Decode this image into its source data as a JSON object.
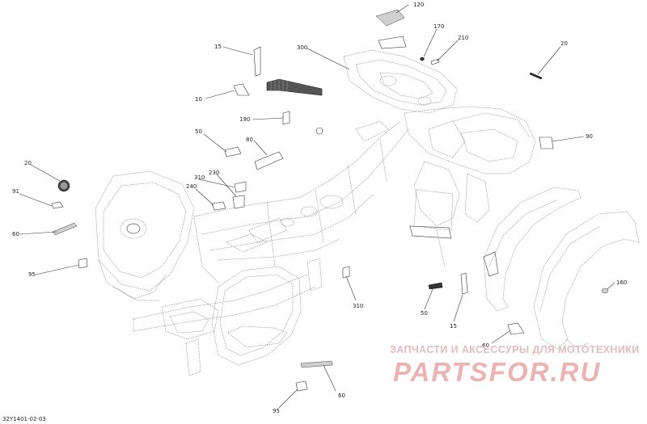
{
  "diagram": {
    "footer_code": "32Y1401-02-03",
    "watermark": {
      "tagline": "ЗАПЧАСТИ И АКСЕССУРЫ ДЛЯ МОТОТЕХНИКИ",
      "logo_text": "PARTSFOR.RU"
    },
    "callouts": [
      {
        "id": "c120a",
        "label": "120"
      },
      {
        "id": "c170",
        "label": "170"
      },
      {
        "id": "c210",
        "label": "210"
      },
      {
        "id": "c20a",
        "label": "20"
      },
      {
        "id": "c15a",
        "label": "15"
      },
      {
        "id": "c300",
        "label": "300"
      },
      {
        "id": "c10",
        "label": "10"
      },
      {
        "id": "c190",
        "label": "190"
      },
      {
        "id": "c90",
        "label": "90"
      },
      {
        "id": "c50a",
        "label": "50"
      },
      {
        "id": "c80",
        "label": "80"
      },
      {
        "id": "c20b",
        "label": "20"
      },
      {
        "id": "c310a",
        "label": "310"
      },
      {
        "id": "c230",
        "label": "230"
      },
      {
        "id": "c240",
        "label": "240"
      },
      {
        "id": "c91",
        "label": "91"
      },
      {
        "id": "c60a",
        "label": "60"
      },
      {
        "id": "c95a",
        "label": "95"
      },
      {
        "id": "c310b",
        "label": "310"
      },
      {
        "id": "c50b",
        "label": "50"
      },
      {
        "id": "c15b",
        "label": "15"
      },
      {
        "id": "c160",
        "label": "160"
      },
      {
        "id": "c60b",
        "label": "60"
      },
      {
        "id": "c95b",
        "label": "95"
      },
      {
        "id": "c60c",
        "label": "60"
      }
    ]
  }
}
